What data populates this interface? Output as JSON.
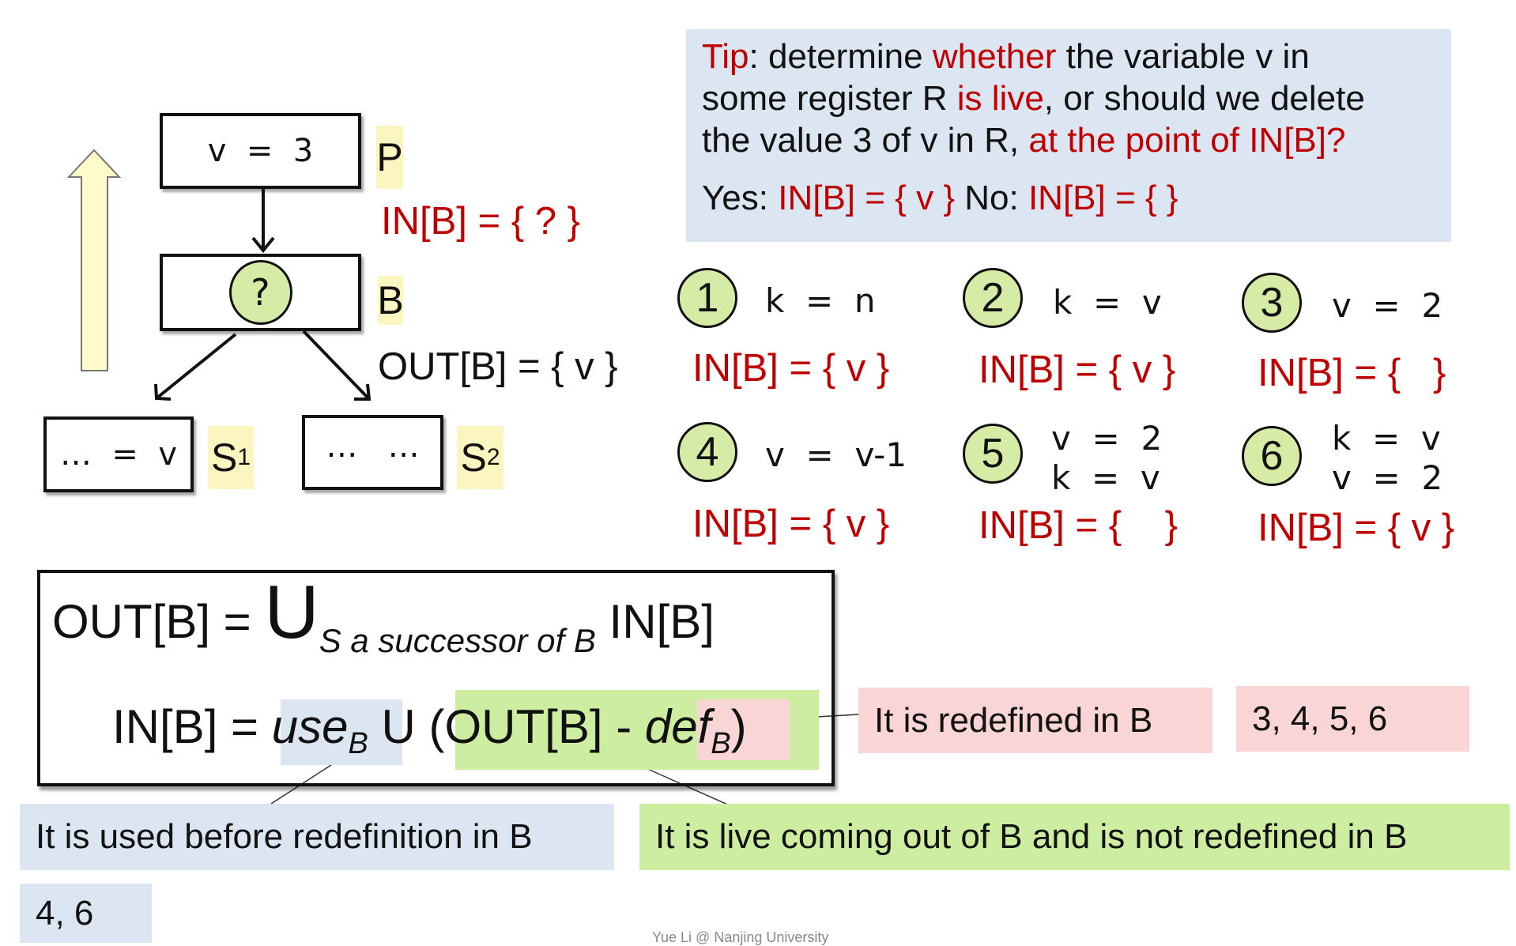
{
  "tip": {
    "label": "Tip",
    "t1": ": determine ",
    "t2": "whether",
    "t3": " the variable v in",
    "t4": "some register R ",
    "t5": "is live",
    "t6": ", or should we delete",
    "t7": "the value 3 of v in R, ",
    "t8": "at the point of IN[B]?",
    "yes_label": "Yes: ",
    "yes_value": "IN[B] = { v }",
    "no_label": " No: ",
    "no_value": "IN[B] = { }"
  },
  "diagram": {
    "p_code": "v  =  3",
    "p_label": "P",
    "in_b": "IN[B] = { ? }",
    "b_mark": "?",
    "b_label": "B",
    "out_b": "OUT[B] = { v }",
    "s1_code": "…  =  v",
    "s1_label": "S",
    "s1_sub": "1",
    "s2_code": "…   …",
    "s2_label": "S",
    "s2_sub": "2"
  },
  "options": [
    {
      "num": "1",
      "code": "k  =  n",
      "result": "IN[B] = { v }"
    },
    {
      "num": "2",
      "code": "k  =  v",
      "result": "IN[B] = { v }"
    },
    {
      "num": "3",
      "code": "v  =  2",
      "result": "IN[B] = {   }"
    },
    {
      "num": "4",
      "code": "v  =  v-1",
      "result": "IN[B] = { v }"
    },
    {
      "num": "5",
      "code": "v  =  2\nk  =  v",
      "result": "IN[B] = {    }"
    },
    {
      "num": "6",
      "code": "k  =  v\nv  =  2",
      "result": "IN[B] = { v }"
    }
  ],
  "formula": {
    "out_lhs": "OUT[B] = ",
    "union": "U",
    "union_sub": "S a successor of B",
    "out_rhs": " IN[B]",
    "in_lhs": "IN[B] = ",
    "use": "use",
    "use_sub": "B",
    "union2": " U ",
    "paren_open": "(OUT[B] - ",
    "def": "def",
    "def_sub": "B",
    "paren_close": ")"
  },
  "notes": {
    "redefined": "It is redefined in B",
    "redefined_cases": "3,  4,  5,  6",
    "used_before": "It is used before redefinition in B",
    "used_cases": "4,  6",
    "live_out": "It is live coming out of B and is not redefined in B"
  },
  "footer": "Yue Li @ Nanjing University",
  "colors": {
    "red": "#c00000",
    "tip_bg": "#dce6f2",
    "green": "#d6eca6",
    "pink": "#f9d6d5",
    "yellow": "#fbf6c0"
  }
}
